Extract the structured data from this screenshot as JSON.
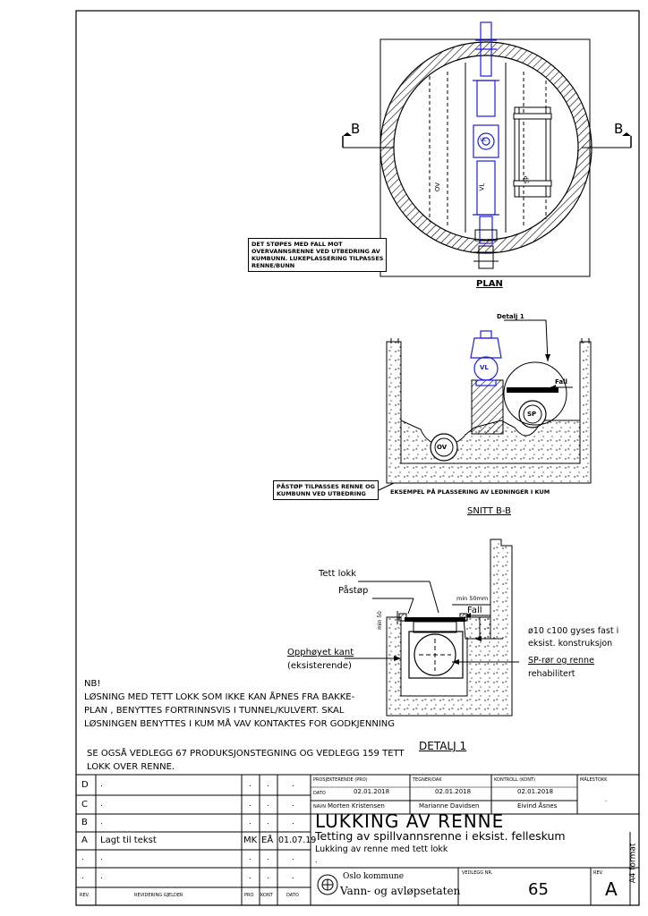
{
  "plan": {
    "section_mark": "B",
    "title": "PLAN",
    "pipe_labels": {
      "ov": "OV",
      "vl": "VL",
      "sp": "SP",
      "valve": "VL"
    },
    "note": [
      "DET STØPES MED FALL MOT",
      "OVERVANNSRENNE VED UTBEDRING AV",
      "KUMBUNN. LUKEPLASSERING TILPASSES",
      "RENNE/BUNN"
    ]
  },
  "section": {
    "detail_label": "Detalj 1",
    "fall_label": "Fall",
    "pipe_labels": {
      "ov": "OV",
      "sp": "SP",
      "valve": "VL"
    },
    "note": [
      "PÅSTØP TILPASSES RENNE OG",
      "KUMBUNN VED UTBEDRING"
    ],
    "caption": "EKSEMPEL PÅ PLASSERING AV LEDNINGER I KUM",
    "title": "SNITT B-B"
  },
  "detail": {
    "labels": {
      "tett_lokk": "Tett lokk",
      "pastop": "Påstøp",
      "min50": "min 50mm",
      "fall": "Fall",
      "min50_vertical": "min 50",
      "opphoyet_title": "Opphøyet kant",
      "opphoyet_sub": "(eksisterende)",
      "dowel_line1": "ø10 c100 gyses fast i",
      "dowel_line2": "eksist. konstruksjon",
      "sp_line1": "SP-rør og renne",
      "sp_line2": "rehabilitert"
    },
    "title": "DETALJ 1"
  },
  "notes": {
    "nb": "NB!",
    "nb_lines": [
      "LØSNING MED TETT LOKK SOM IKKE KAN ÅPNES FRA BAKKE-",
      "PLAN , BENYTTES FORTRINNSVIS I TUNNEL/KULVERT. SKAL",
      "LØSNINGEN BENYTTES I KUM MÅ VAV KONTAKTES FOR GODKJENNING"
    ],
    "see_also_lines": [
      "SE OGSÅ VEDLEGG 67 PRODUKSJONSTEGNING OG VEDLEGG 159 TETT",
      "LOKK OVER RENNE."
    ]
  },
  "revisions": {
    "rows": [
      {
        "rev": "D",
        "text": ".",
        "pro": ".",
        "kont": ".",
        "dato": "."
      },
      {
        "rev": "C",
        "text": ".",
        "pro": ".",
        "kont": ".",
        "dato": "."
      },
      {
        "rev": "B",
        "text": ".",
        "pro": ".",
        "kont": ".",
        "dato": "."
      },
      {
        "rev": "A",
        "text": "Lagt til tekst",
        "pro": "MK",
        "kont": "EÅ",
        "dato": "01.07.19"
      },
      {
        "rev": ".",
        "text": ".",
        "pro": ".",
        "kont": ".",
        "dato": "."
      },
      {
        "rev": ".",
        "text": ".",
        "pro": ".",
        "kont": ".",
        "dato": "."
      }
    ],
    "header": {
      "rev": "REV.",
      "text": "REVIDERING GJELDER",
      "pro": "PRO",
      "kont": "KONT",
      "dato": "DATO"
    }
  },
  "title_block": {
    "h_prosjekterende": "PROSJEKTERENDE (PRO)",
    "h_tegner": "TEGNER/DAK",
    "h_kontroll": "KONTROLL (KONT)",
    "h_malestokk": "MÅLESTOKK",
    "dato_label": "DATO",
    "navn_label": "NAVN",
    "pro_date": "02.01.2018",
    "pro_name": "Morten Kristensen",
    "tegner_date": "02.01.2018",
    "tegner_name": "Marianne Davidsen",
    "kont_date": "02.01.2018",
    "kont_name": "Eivind Åsnes",
    "malestokk": ".",
    "title": "LUKKING AV RENNE",
    "subtitle": "Tetting av spillvannsrenne i eksist. felleskum",
    "subtitle2": "Lukking av renne med tett lokk",
    "extra": ".",
    "org1": "Oslo kommune",
    "org2": "Vann- og avløpsetaten",
    "vedlegg_label": "VEDLEGG NR.",
    "vedlegg": "65",
    "rev_label": "REV.",
    "rev": "A",
    "format": "A4 format"
  },
  "colors": {
    "line": "#000000",
    "valve": "#1f1fd6",
    "hatch": "#000000"
  }
}
